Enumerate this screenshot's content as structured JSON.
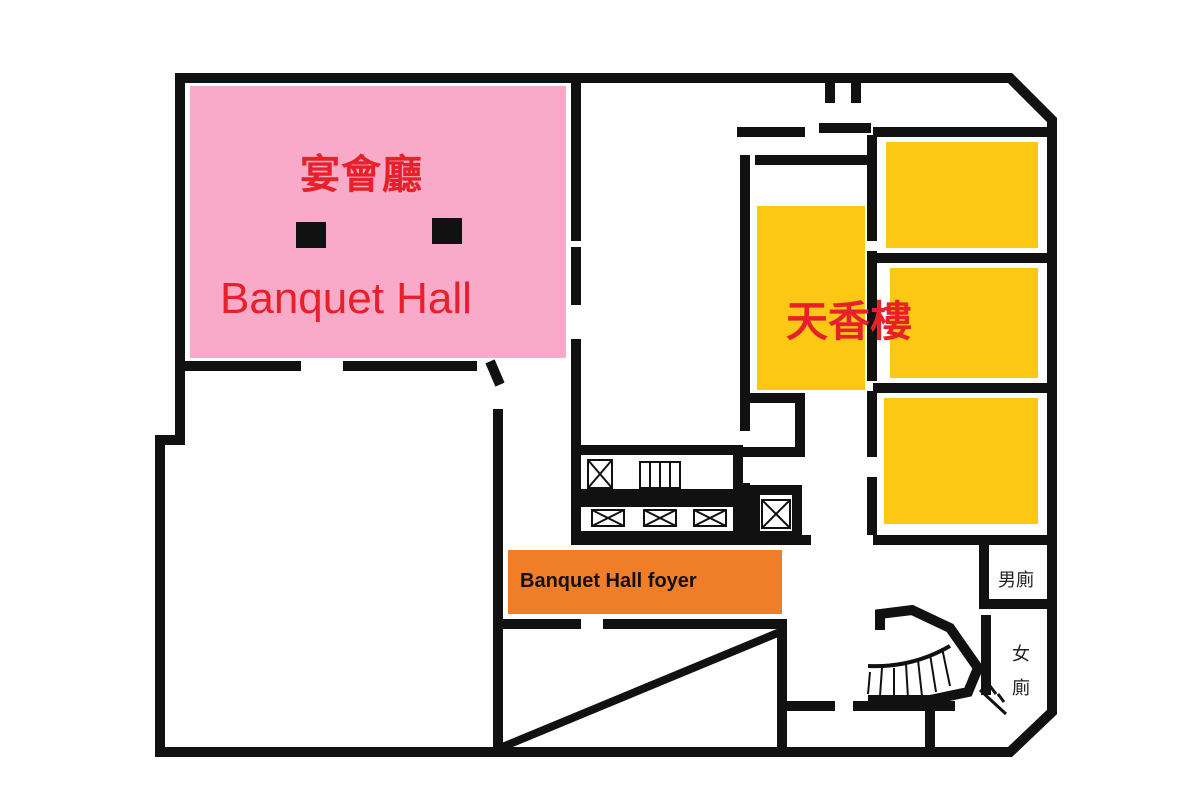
{
  "rooms": {
    "banquet_hall": {
      "name_cn": "宴會廳",
      "name_en": "Banquet Hall",
      "color": "#f9aac8"
    },
    "tianxiang_lou": {
      "name_cn": "天香樓",
      "color": "#fcc814"
    },
    "banquet_hall_foyer": {
      "name_en": "Banquet Hall foyer",
      "color": "#f07d28"
    }
  },
  "toilets": {
    "men": "男廁",
    "women_line1": "女",
    "women_line2": "廁"
  },
  "colors": {
    "wall": "#111111",
    "label_red": "#e8202a"
  }
}
